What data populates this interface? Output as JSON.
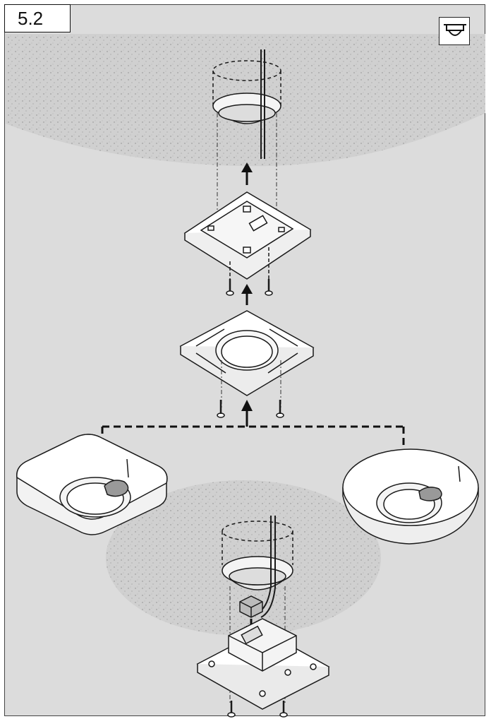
{
  "step": {
    "number": "5.2"
  },
  "icons": {
    "corner": "ceiling-mount-icon"
  },
  "colors": {
    "background": "#dcdcdc",
    "ceiling_texture": "#c8c8c8",
    "line": "#1a1a1a",
    "part_fill": "#ffffff"
  },
  "sequence": [
    {
      "part": "ceiling-junction-box-top"
    },
    {
      "part": "square-mounting-base"
    },
    {
      "part": "mounting-adapter-plate"
    },
    {
      "part": "square-sensor-housing"
    },
    {
      "part": "round-sensor-housing"
    },
    {
      "part": "ceiling-junction-box-bottom"
    },
    {
      "part": "terminal-base"
    }
  ]
}
